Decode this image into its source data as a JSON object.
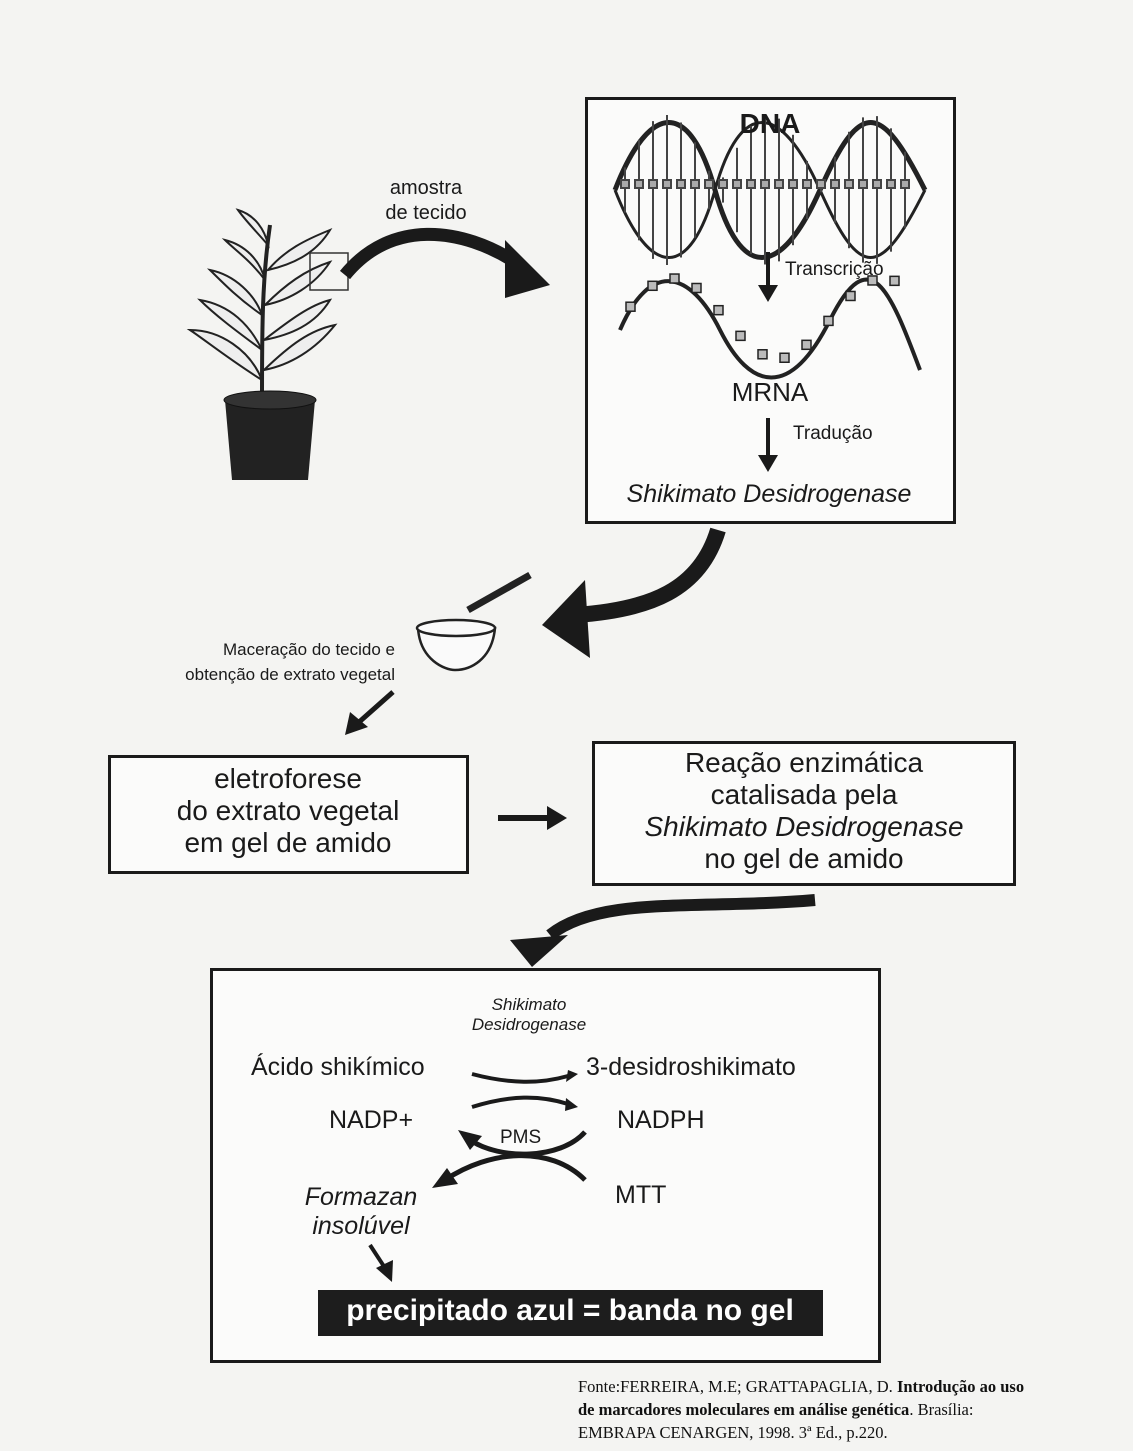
{
  "sample_label": [
    "amostra",
    "de tecido"
  ],
  "dna_box": {
    "title": "DNA",
    "transcription": "Transcrição",
    "mrna": "MRNA",
    "translation": "Tradução",
    "enzyme": "Shikimato Desidrogenase"
  },
  "maceration_label": [
    "Maceração do tecido e",
    "obtenção de extrato vegetal"
  ],
  "electrophoresis_box": [
    "eletroforese",
    "do extrato vegetal",
    "em gel de amido"
  ],
  "reaction_box": [
    "Reação enzimática",
    "catalisada pela",
    "Shikimato Desidrogenase",
    "no gel de amido"
  ],
  "reaction_detail": {
    "enzyme": [
      "Shikimato",
      "Desidrogenase"
    ],
    "substrate": "Ácido shikímico",
    "product": "3-desidroshikimato",
    "nadp": "NADP+",
    "nadph": "NADPH",
    "pms": "PMS",
    "mtt": "MTT",
    "formazan": [
      "Formazan",
      "insolúvel"
    ],
    "result": "precipitado azul = banda no gel"
  },
  "source": {
    "prefix": "Fonte:FERREIRA, M.E; GRATTAPAGLIA, D. ",
    "title_a": "Introdução ao uso",
    "title_b": "de marcadores moleculares em análise genética",
    "suffix_b": ". Brasília:",
    "line3": " EMBRAPA  CENARGEN, 1998. 3ª Ed., p.220."
  }
}
